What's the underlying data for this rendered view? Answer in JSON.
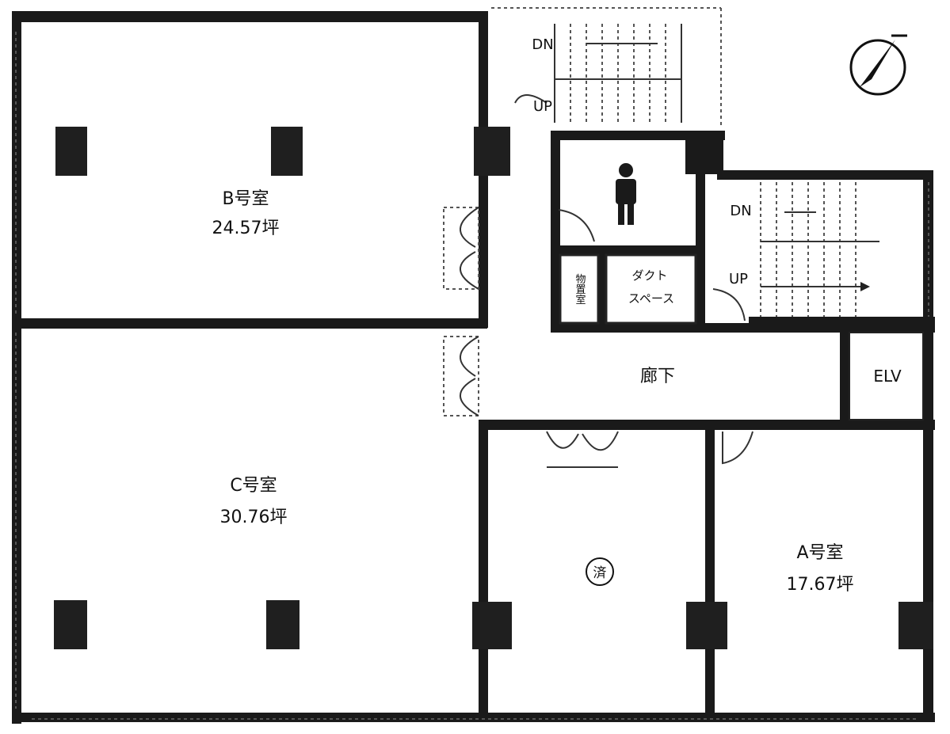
{
  "rooms": {
    "b": {
      "name": "B号室",
      "area": "24.57坪"
    },
    "c": {
      "name": "C号室",
      "area": "30.76坪"
    },
    "a": {
      "name": "A号室",
      "area": "17.67坪"
    },
    "wc": {
      "name": "済"
    }
  },
  "labels": {
    "corridor": "廊下",
    "elevator": "ELV",
    "duct": "ダクト",
    "duct2": "スペース",
    "storage": "物置室",
    "dn1": "DN",
    "up1": "UP",
    "dn2": "DN",
    "up2": "UP"
  },
  "icons": {
    "compass": "north-arrow-icon",
    "toilet": "toilet-person-icon"
  }
}
